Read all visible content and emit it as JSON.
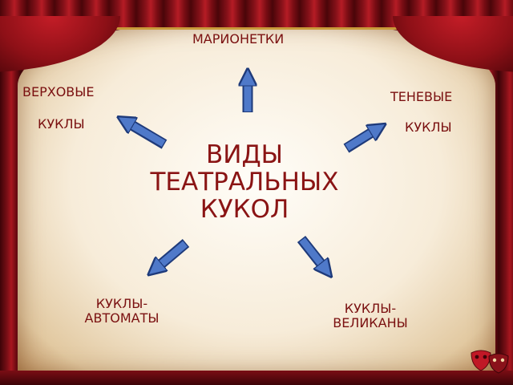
{
  "center_title": "ВИДЫ ТЕАТРАЛЬНЫХ КУКОЛ",
  "nodes": {
    "top": "МАРИОНЕТКИ",
    "upper_left_line1": "ВЕРХОВЫЕ",
    "upper_left_line2": "КУКЛЫ",
    "upper_right_line1": "ТЕНЕВЫЕ",
    "upper_right_line2": "КУКЛЫ",
    "lower_left": "КУКЛЫ-АВТОМАТЫ",
    "lower_right": "КУКЛЫ-ВЕЛИКАНЫ"
  },
  "colors": {
    "text": "#8a1414",
    "arrow_fill": "#4f79c9",
    "arrow_stroke": "#1e3a7a",
    "curtain": "#8a121a"
  }
}
